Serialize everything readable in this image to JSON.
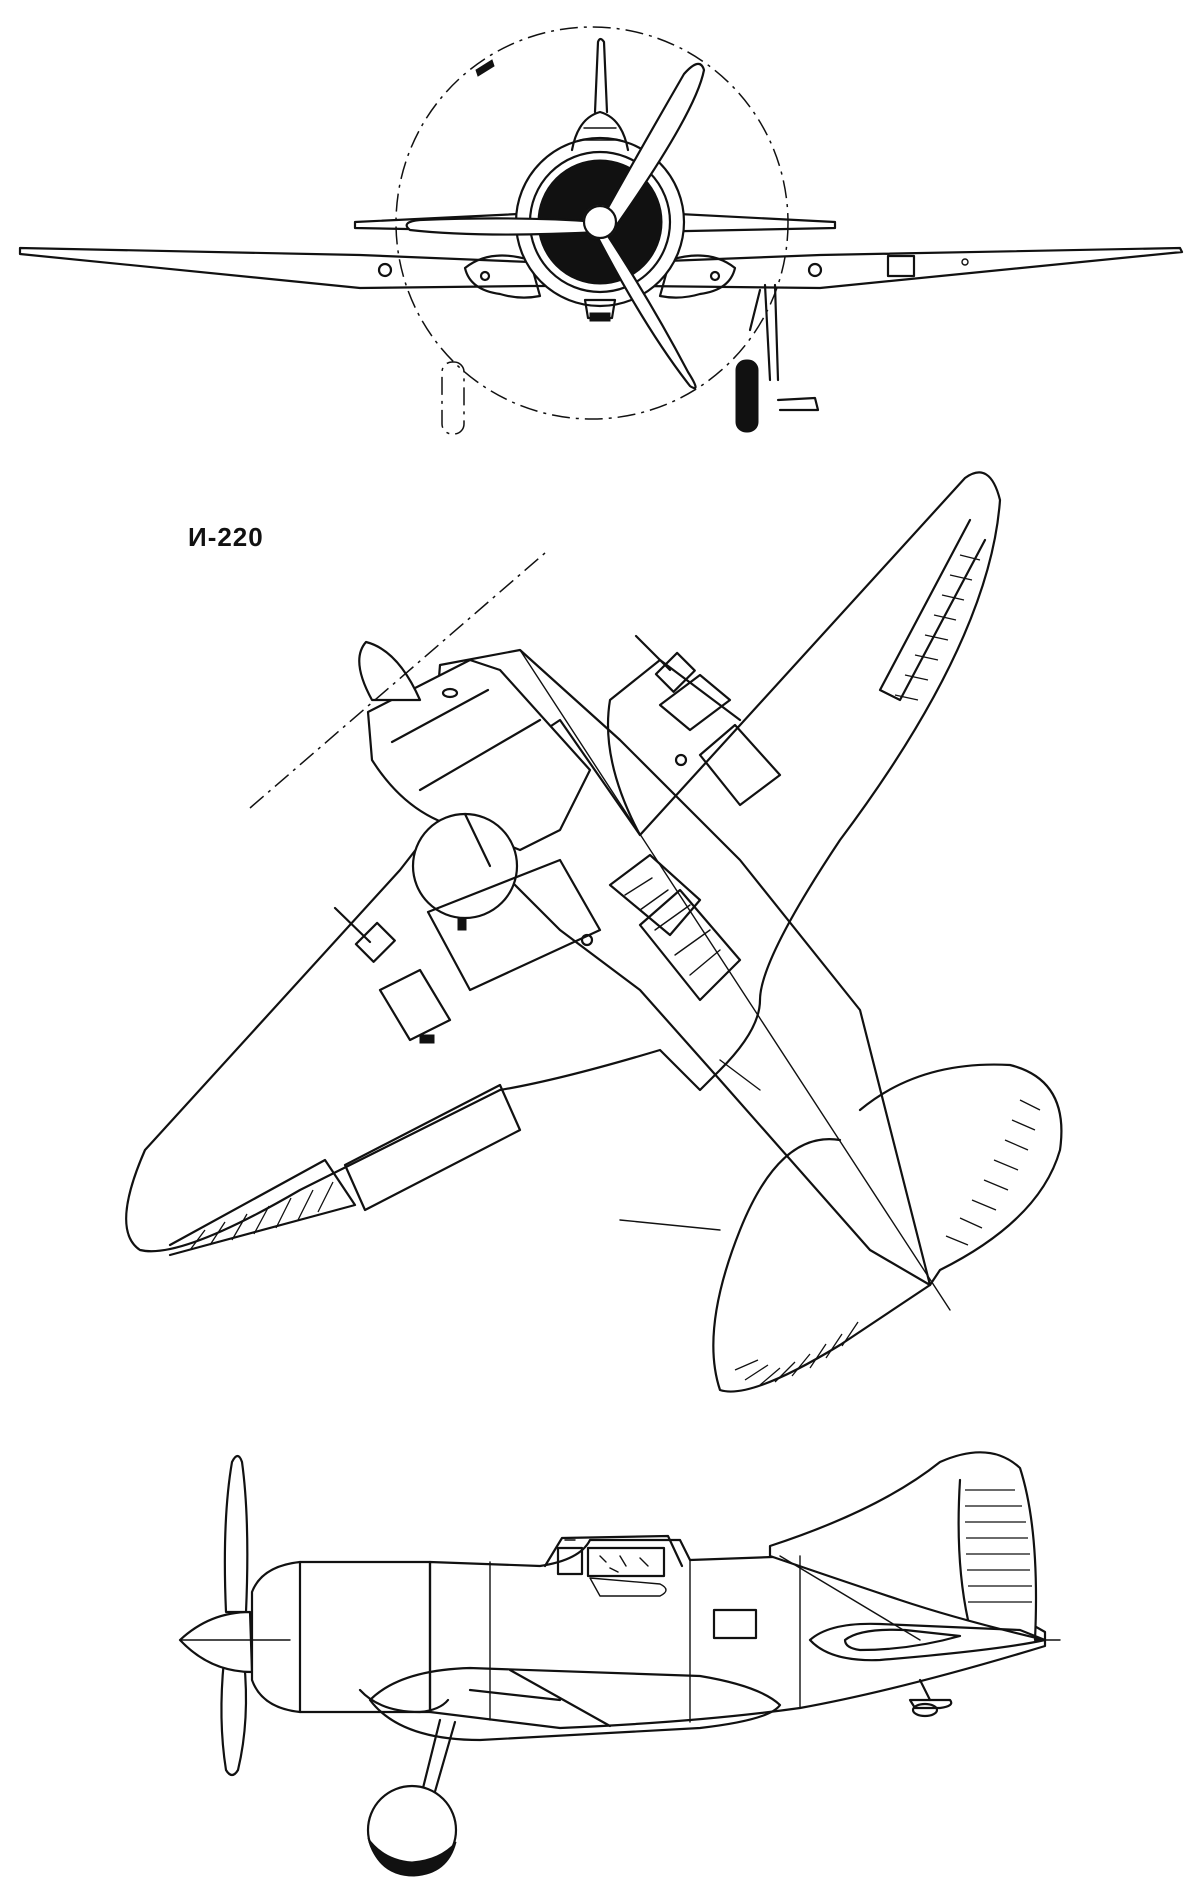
{
  "title": "И-220",
  "views": {
    "front": {
      "items": [
        "propeller-disc",
        "wing",
        "engine-cowling",
        "landing-gear"
      ]
    },
    "top": {
      "items": [
        "wing",
        "fuselage",
        "tailplane",
        "canopy"
      ]
    },
    "side": {
      "items": [
        "propeller",
        "cowling",
        "cockpit",
        "fin",
        "landing-gear"
      ]
    }
  }
}
